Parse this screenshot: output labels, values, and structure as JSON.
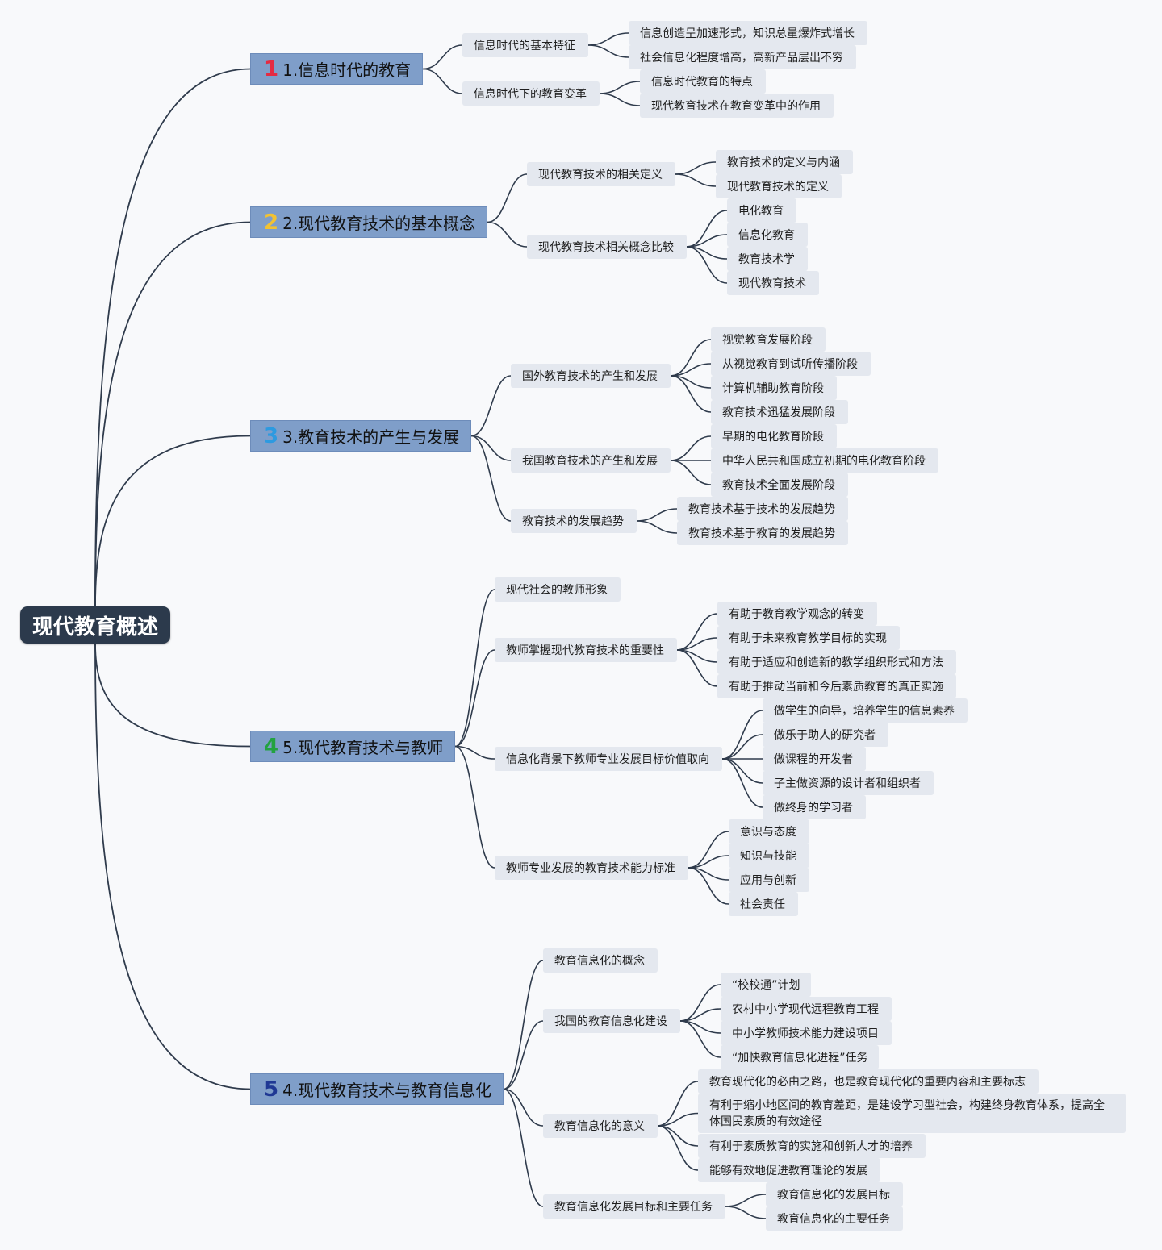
{
  "root": {
    "label": "现代教育概述"
  },
  "colors": {
    "edge": "#2f3b4c",
    "root_fill": "#2c3a4c",
    "main_fill": "#7f9ec9",
    "sub_fill": "#e4e8ef",
    "num_colors": [
      "#e52b42",
      "#f2c232",
      "#2d9ae0",
      "#23a241",
      "#1f3894"
    ]
  },
  "branches": [
    {
      "num": "1",
      "label": "1.信息时代的教育",
      "children": [
        {
          "label": "信息时代的基本特征",
          "children": [
            "信息创造呈加速形式，知识总量爆炸式增长",
            "社会信息化程度增高，高新产品层出不穷"
          ]
        },
        {
          "label": "信息时代下的教育变革",
          "children": [
            "信息时代教育的特点",
            "现代教育技术在教育变革中的作用"
          ]
        }
      ]
    },
    {
      "num": "2",
      "label": "2.现代教育技术的基本概念",
      "children": [
        {
          "label": "现代教育技术的相关定义",
          "children": [
            "教育技术的定义与内涵",
            "现代教育技术的定义"
          ]
        },
        {
          "label": "现代教育技术相关概念比较",
          "children": [
            "电化教育",
            "信息化教育",
            "教育技术学",
            "现代教育技术"
          ]
        }
      ]
    },
    {
      "num": "3",
      "label": "3.教育技术的产生与发展",
      "children": [
        {
          "label": "国外教育技术的产生和发展",
          "children": [
            "视觉教育发展阶段",
            "从视觉教育到试听传播阶段",
            "计算机辅助教育阶段",
            "教育技术迅猛发展阶段"
          ]
        },
        {
          "label": "我国教育技术的产生和发展",
          "children": [
            "早期的电化教育阶段",
            "中华人民共和国成立初期的电化教育阶段",
            "教育技术全面发展阶段"
          ]
        },
        {
          "label": "教育技术的发展趋势",
          "children": [
            "教育技术基于技术的发展趋势",
            "教育技术基于教育的发展趋势"
          ]
        }
      ]
    },
    {
      "num": "4",
      "label": "5.现代教育技术与教师",
      "children": [
        {
          "label": "现代社会的教师形象",
          "children": []
        },
        {
          "label": "教师掌握现代教育技术的重要性",
          "children": [
            "有助于教育教学观念的转变",
            "有助于未来教育教学目标的实现",
            "有助于适应和创造新的教学组织形式和方法",
            "有助于推动当前和今后素质教育的真正实施"
          ]
        },
        {
          "label": "信息化背景下教师专业发展目标价值取向",
          "children": [
            "做学生的向导，培养学生的信息素养",
            "做乐于助人的研究者",
            "做课程的开发者",
            "子主做资源的设计者和组织者",
            "做终身的学习者"
          ]
        },
        {
          "label": "教师专业发展的教育技术能力标准",
          "children": [
            "意识与态度",
            "知识与技能",
            "应用与创新",
            "社会责任"
          ]
        }
      ]
    },
    {
      "num": "5",
      "label": "4.现代教育技术与教育信息化",
      "children": [
        {
          "label": "教育信息化的概念",
          "children": []
        },
        {
          "label": "我国的教育信息化建设",
          "children": [
            "“校校通”计划",
            "农村中小学现代远程教育工程",
            "中小学教师技术能力建设项目",
            "“加快教育信息化进程”任务"
          ]
        },
        {
          "label": "教育信息化的意义",
          "children": [
            "教育现代化的必由之路，也是教育现代化的重要内容和主要标志",
            "有利于缩小地区间的教育差距，是建设学习型社会，构建终身教育体系，提高全体国民素质的有效途径",
            "有利于素质教育的实施和创新人才的培养",
            "能够有效地促进教育理论的发展"
          ]
        },
        {
          "label": "教育信息化发展目标和主要任务",
          "children": [
            "教育信息化的发展目标",
            "教育信息化的主要任务"
          ]
        }
      ]
    }
  ]
}
